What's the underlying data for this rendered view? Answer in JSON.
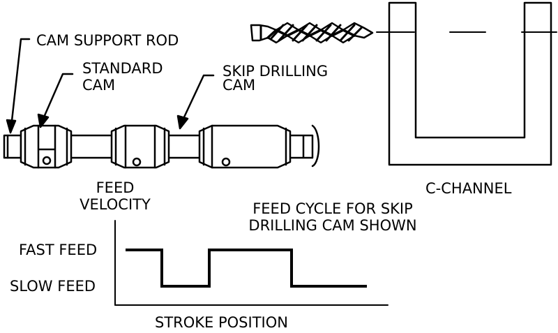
{
  "labels": {
    "cam_support_rod": "CAM SUPPORT ROD",
    "standard_cam": "STANDARD\nCAM",
    "skip_drilling_cam": "SKIP DRILLING\nCAM",
    "c_channel": "C-CHANNEL",
    "feed_velocity": "FEED\nVELOCITY",
    "feed_cycle_note": "FEED CYCLE FOR SKIP\nDRILLING CAM SHOWN",
    "fast_feed": "FAST FEED",
    "slow_feed": "SLOW FEED",
    "stroke_position": "STROKE POSITION"
  },
  "feed_cycle": [
    {
      "segment": 1,
      "level": "FAST FEED"
    },
    {
      "segment": 2,
      "level": "SLOW FEED"
    },
    {
      "segment": 3,
      "level": "FAST FEED"
    },
    {
      "segment": 4,
      "level": "SLOW FEED"
    }
  ],
  "colors": {
    "ink": "#000000",
    "background": "#ffffff"
  }
}
